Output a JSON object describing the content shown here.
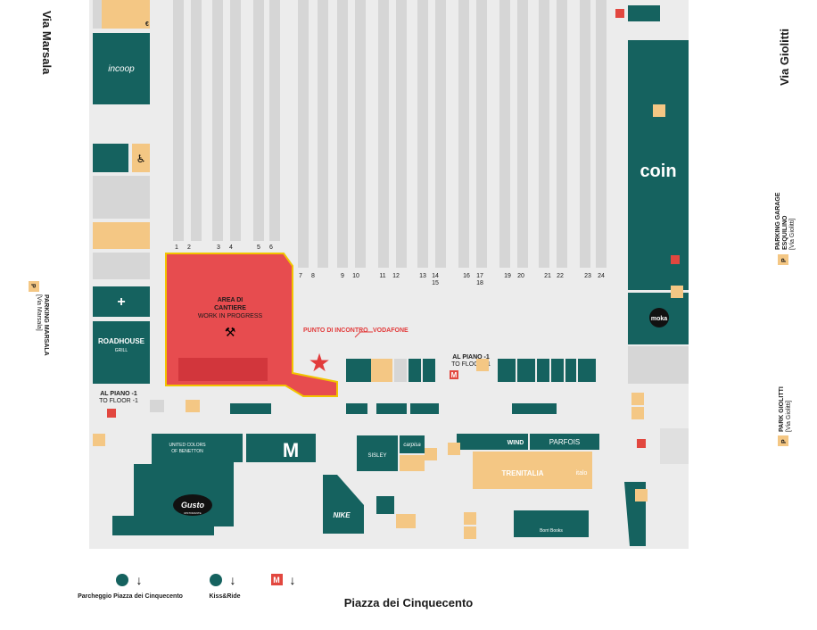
{
  "streets": {
    "left": "Via Marsala",
    "right": "Via Giolitti",
    "bottom": "Piazza dei Cinquecento"
  },
  "tracks": [
    "1",
    "2",
    "3",
    "4",
    "5",
    "6",
    "7",
    "8",
    "9",
    "10",
    "11",
    "12",
    "13",
    "14",
    "15",
    "16",
    "17",
    "18",
    "19",
    "20",
    "21",
    "22",
    "23",
    "24"
  ],
  "construction": {
    "title_line1": "AREA DI",
    "title_line2": "CANTIERE",
    "subtitle": "WORK IN PROGRESS"
  },
  "meeting_point": "PUNTO DI INCONTRO",
  "vodafone": "VODAFONE",
  "floor_left": {
    "line1": "AL PIANO -1",
    "line2": "TO FLOOR -1"
  },
  "floor_center": {
    "line1": "AL PIANO -1",
    "line2": "TO FLOOR -1"
  },
  "stores": {
    "incoop": "incoop",
    "coin": "coin",
    "moka": "moka",
    "roadhouse": "ROADHOUSE",
    "roadhouse_sub": "GRILL",
    "benetton_1": "UNITED COLORS",
    "benetton_2": "OF BENETTON",
    "gusto": "Gusto",
    "gusto_sub": "RISTORANTE",
    "nike": "NIKE",
    "trenitalia": "TRENITALIA",
    "wind": "WIND",
    "parfois": "PARFOIS",
    "italo": "italo",
    "bookstore": "Borri Books",
    "sisley": "SISLEY",
    "carpisa": "carpisa",
    "euro": "€"
  },
  "parking_left": {
    "title": "PARKING MARSALA",
    "sub": "[Via Marsala]"
  },
  "parking_right_top": {
    "title1": "PARKING GARAGE",
    "title2": "ESQUILINO",
    "sub": "[Via Giolitti]"
  },
  "parking_right_bottom": {
    "title": "PARK GIOLITTI",
    "sub": "[Via Giolitti]"
  },
  "parking_badge": "P",
  "legend": {
    "item1": "Parcheggio Piazza dei Cinquecento",
    "item2": "Kiss&Ride"
  },
  "metro_badge": "M",
  "colors": {
    "teal": "#15625f",
    "gray": "#d6d6d6",
    "lightgray": "#ececec",
    "peach": "#f4c784",
    "red": "#e74c4f",
    "metro": "#e2473f",
    "yellow": "#f2c400"
  },
  "icons": [
    "wheelchair-icon",
    "escalator-icon",
    "metro-icon",
    "pharmacy-cross-icon",
    "star-icon",
    "arrow-down-icon",
    "worker-icon",
    "parking-icon",
    "elevator-icon",
    "atm-icon"
  ]
}
